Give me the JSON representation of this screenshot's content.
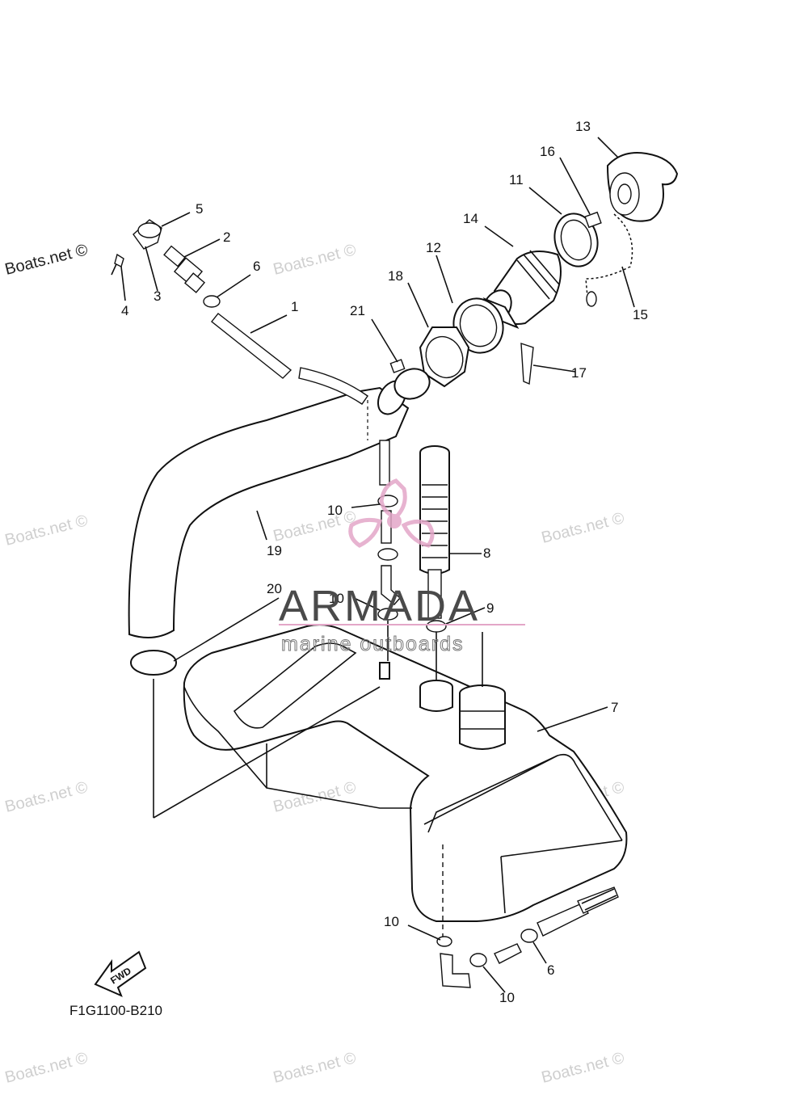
{
  "watermarks": {
    "top_left": "Boats.net ©",
    "repeated": "Boats.net ©"
  },
  "logo": {
    "brand": "ARMADA",
    "tagline": "marine outboards",
    "accent_color": "#e3a6c8"
  },
  "diagram_code": "F1G1100-B210",
  "fwd_label": "FWD",
  "callouts": {
    "c1": "1",
    "c2": "2",
    "c3": "3",
    "c4": "4",
    "c5": "5",
    "c6a": "6",
    "c6b": "6",
    "c7": "7",
    "c8": "8",
    "c9": "9",
    "c10a": "10",
    "c10b": "10",
    "c10c": "10",
    "c10d": "10",
    "c11": "11",
    "c12": "12",
    "c13": "13",
    "c14": "14",
    "c15": "15",
    "c16": "16",
    "c17": "17",
    "c18": "18",
    "c19": "19",
    "c20": "20",
    "c21": "21"
  }
}
